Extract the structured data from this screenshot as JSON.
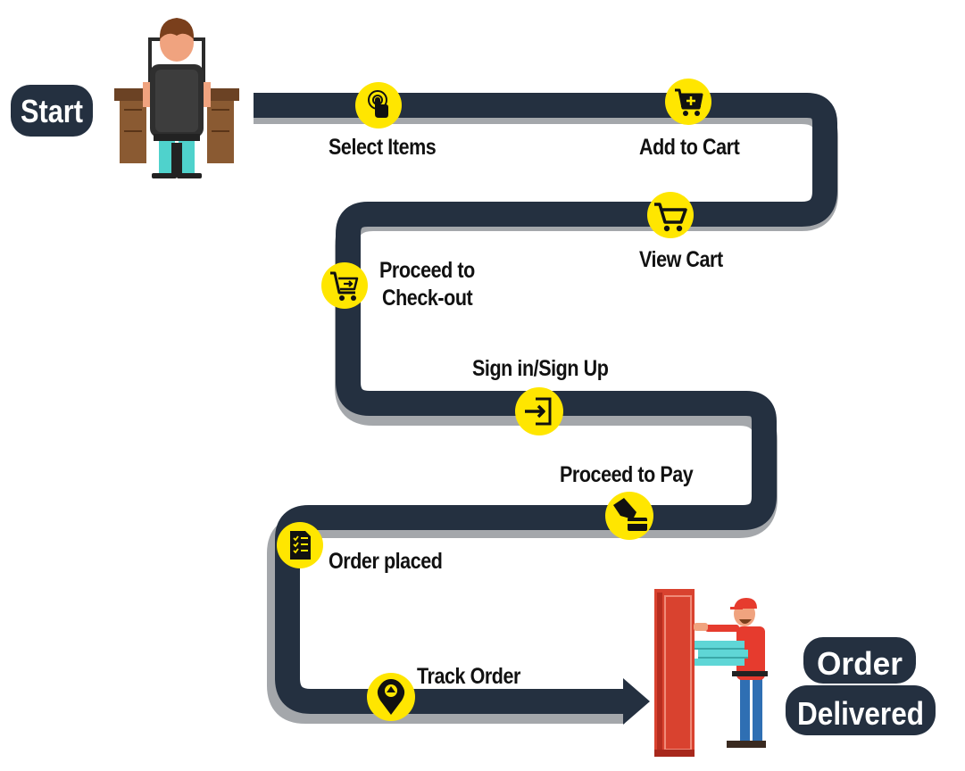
{
  "start_label": "Start",
  "end_label_line1": "Order",
  "end_label_line2": "Delivered",
  "steps": [
    {
      "label": "Select Items",
      "icon": "touch-icon"
    },
    {
      "label": "Add to Cart",
      "icon": "cart-add-icon"
    },
    {
      "label": "View Cart",
      "icon": "cart-icon"
    },
    {
      "label_line1": "Proceed to",
      "label_line2": "Check-out",
      "icon": "cart-checkout-icon"
    },
    {
      "label": "Sign in/Sign Up",
      "icon": "sign-in-icon"
    },
    {
      "label": "Proceed to Pay",
      "icon": "card-payment-icon"
    },
    {
      "label": "Order placed",
      "icon": "order-list-icon"
    },
    {
      "label": "Track Order",
      "icon": "map-pin-icon"
    }
  ],
  "colors": {
    "road": "#243040",
    "road_shadow": "#a4a7ab",
    "marker": "#ffe600",
    "marker_icon": "#111111",
    "badge_bg": "#243040",
    "badge_text": "#ffffff",
    "door": "#d9422f",
    "shirt": "#e63b2e",
    "jeans": "#2f6fb3",
    "boxes": "#5fd6d6",
    "desk": "#8a5a32"
  }
}
